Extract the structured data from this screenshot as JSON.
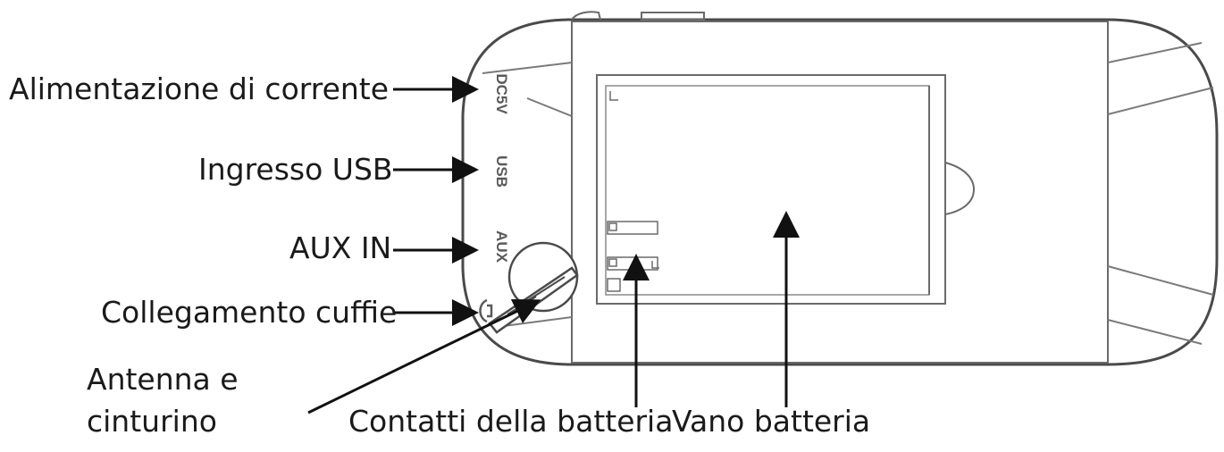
{
  "labels": {
    "power": "Alimentazione di corrente",
    "usb_in": "Ingresso USB",
    "aux_in": "AUX IN",
    "headphones": "Collegamento cuffie",
    "antenna_line1": "Antenna e",
    "antenna_line2": "cinturino",
    "battery_contacts": "Contatti della batteria",
    "battery_compartment": "Vano batteria"
  },
  "ports": {
    "dc": "DC5V",
    "usb": "USB",
    "aux": "AUX"
  },
  "icons": {
    "headphone": "headphone-icon"
  }
}
